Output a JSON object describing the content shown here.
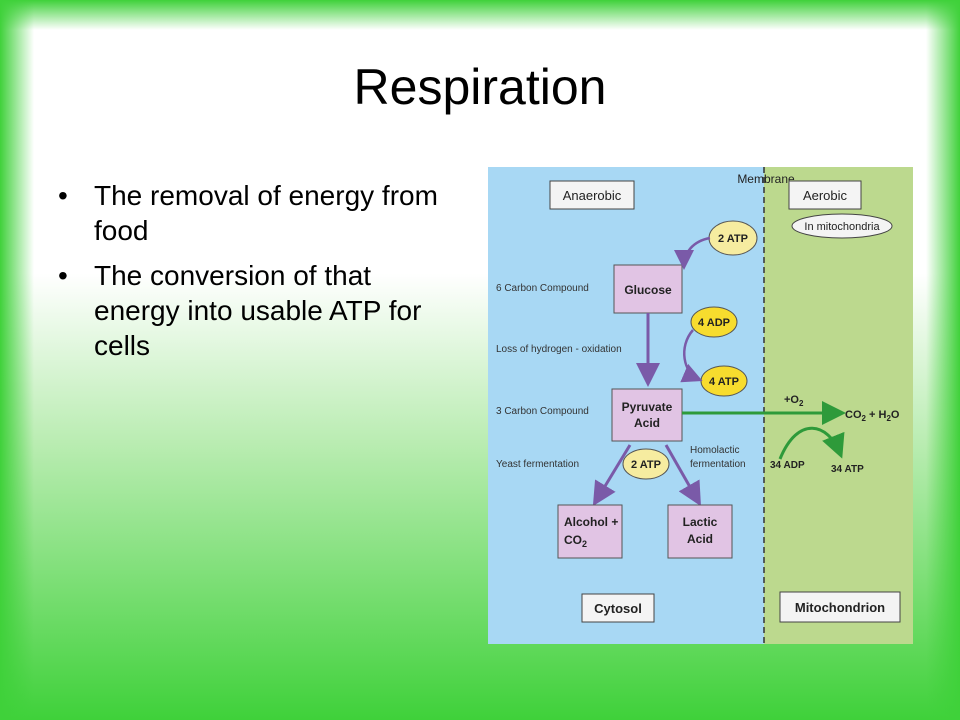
{
  "slide": {
    "title": "Respiration",
    "bullets": [
      {
        "marker": "•",
        "text": "The removal of energy from food"
      },
      {
        "marker": "•",
        "text": "The conversion of that energy into usable ATP for cells"
      }
    ]
  },
  "diagram": {
    "colors": {
      "cytosol": "#a8d8f4",
      "mitochondrion": "#bcd98e",
      "box_fill": "#e1c4e4",
      "atp_fill": "#f6eca0",
      "adp_fill": "#f7dc2e",
      "arrow_purple": "#7a5aa8",
      "arrow_green": "#2e9a3a"
    },
    "anaerobic_label": "Anaerobic",
    "aerobic_label": "Aerobic",
    "membrane_label": "Membrane",
    "in_mitochondria_label": "In mitochondria",
    "glucose_box": "Glucose",
    "pyruvate_line1": "Pyruvate",
    "pyruvate_line2": "Acid",
    "alcohol_line1": "Alcohol +",
    "alcohol_line2": "CO",
    "alcohol_sub": "2",
    "lactic_line1": "Lactic",
    "lactic_line2": "Acid",
    "six_carbon": "6 Carbon Compound",
    "loss_hydrogen": "Loss of hydrogen - oxidation",
    "three_carbon": "3 Carbon Compound",
    "yeast_fermentation": "Yeast fermentation",
    "homolactic_line1": "Homolactic",
    "homolactic_line2": "fermentation",
    "atp_top": "2 ATP",
    "adp_4": "4 ADP",
    "atp_4": "4 ATP",
    "atp_ferm": "2 ATP",
    "o2_plus": "+O",
    "o2_sub": "2",
    "co2_main": "CO",
    "co2_sub": "2",
    "co2_plus_h": " + H",
    "h2o_sub": "2",
    "h2o_o": "O",
    "adp_34": "34 ADP",
    "atp_34": "34 ATP",
    "cytosol_label": "Cytosol",
    "mitochondrion_label": "Mitochondrion"
  }
}
